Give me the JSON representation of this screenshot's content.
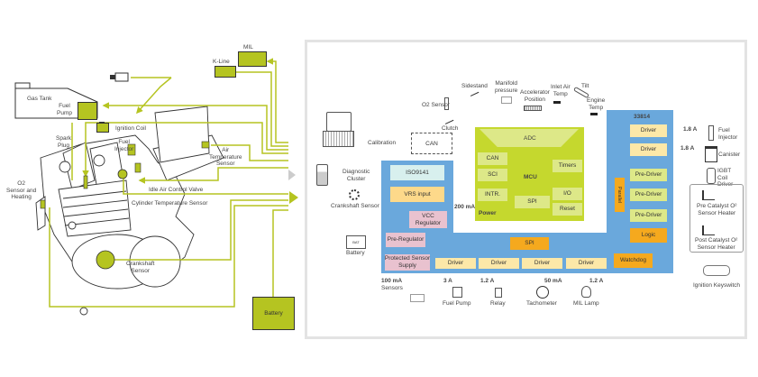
{
  "colors": {
    "accent_green": "#b5c421",
    "mcu_green": "#c5d82e",
    "ic_blue": "#6aa8dc",
    "orange": "#f5a91e",
    "driver_yellow": "#fce8a8",
    "regulator_pink": "#e9c2cf"
  },
  "engine": {
    "mil": "MIL",
    "kline": "K-Line",
    "gas_tank": "Gas Tank",
    "fuel_pump": "Fuel\nPump",
    "ignition_coil": "Ignition Coil",
    "spark_plug": "Spark\nPlug",
    "fuel_injector": "Fuel\nInjector",
    "air_temp_sensor": "Air\nTemperature\nSensor",
    "o2_sensor": "O2\nSensor and\nHeating",
    "idle_air_valve": "Idle Air Control Valve",
    "cylinder_temp": "Cylinder Temperature Sensor",
    "crankshaft_sensor": "Crankshaft\nSensor",
    "battery": "Battery"
  },
  "inputs": {
    "sidestand": "Sidestand",
    "manifold": "Manifold\npressure",
    "o2_sensor": "O2 Sensor",
    "accelerator": "Accelerator\nPosition",
    "inlet_air": "Inlet Air\nTemp",
    "tilt": "Tilt",
    "engine_temp": "Engine\nTemp",
    "clutch": "Clutch",
    "calibration": "Calibration",
    "can_ext": "CAN",
    "diagnostic": "Diagnostic\nCluster",
    "crankshaft": "Crankshaft Sensor",
    "battery": "Battery",
    "battery_tag": "BAT"
  },
  "mcu": {
    "title": "MCU",
    "adc": "ADC",
    "can": "CAN",
    "sci": "SCI",
    "intr": "INTR.",
    "spi": "SPI",
    "timers": "Timers",
    "io": "I/O",
    "reset": "Reset",
    "power": "Power",
    "power_current": "200 mA"
  },
  "ic": {
    "name": "33814",
    "iso": "ISO9141",
    "vrs": "VRS input",
    "vcc": "VCC\nRegulator",
    "prereg": "Pre-Regulator",
    "protected": "Protected Sensor\nSupply",
    "spi": "SPI",
    "parallel": "Parallel",
    "watchdog": "Watchdog",
    "logic": "Logic",
    "right_blocks": [
      "Driver",
      "Driver",
      "Pre-Driver",
      "Pre-Driver",
      "Pre-Driver"
    ],
    "bottom_drivers": [
      "Driver",
      "Driver",
      "Driver",
      "Driver"
    ]
  },
  "outputs": {
    "fuel_injector": {
      "current": "1.8 A",
      "label": "Fuel\nInjector"
    },
    "canister": {
      "current": "1.8 A",
      "label": "Canister"
    },
    "igbt": {
      "label": "IGBT\nCoil\nDriver"
    },
    "pre_cat": {
      "label": "Pre Catalyst O²\nSensor Heater"
    },
    "post_cat": {
      "label": "Post Catalyst O²\nSensor Heater"
    },
    "ignition": {
      "label": "Ignition Keyswitch"
    }
  },
  "bottom": {
    "sensors": {
      "current": "100 mA",
      "label": "Sensors"
    },
    "fuel_pump": {
      "current": "3 A",
      "label": "Fuel Pump"
    },
    "relay": {
      "current": "1.2 A",
      "label": "Relay"
    },
    "tachometer": {
      "current": "50 mA",
      "label": "Tachometer"
    },
    "mil_lamp": {
      "current": "1.2 A",
      "label": "MIL Lamp"
    }
  }
}
